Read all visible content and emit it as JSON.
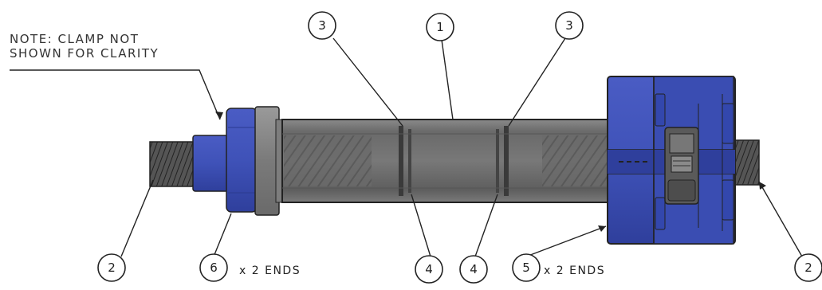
{
  "note": {
    "line1": "NOTE: CLAMP NOT",
    "line2": "SHOWN FOR CLARITY"
  },
  "balloons": [
    {
      "id": "3",
      "label": "3"
    },
    {
      "id": "1",
      "label": "1"
    },
    {
      "id": "3",
      "label": "3"
    },
    {
      "id": "2",
      "label": "2"
    },
    {
      "id": "6",
      "label": "6"
    },
    {
      "id": "4",
      "label": "4"
    },
    {
      "id": "4",
      "label": "4"
    },
    {
      "id": "5",
      "label": "5"
    },
    {
      "id": "2",
      "label": "2"
    }
  ],
  "qty_labels": {
    "item6": "x 2 ENDS",
    "item5": "x 2 ENDS"
  },
  "colors": {
    "blue_part": "#3f52b8",
    "blue_dark": "#24348a",
    "tube_gray": "#6e6e6e",
    "thread_gray": "#4a4a4a",
    "leader": "#222222"
  }
}
